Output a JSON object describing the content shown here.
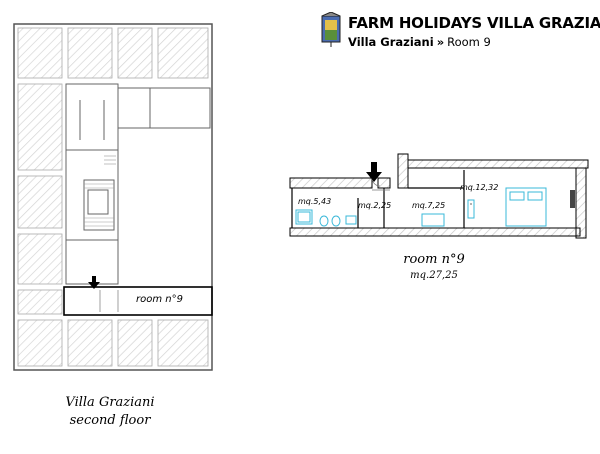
{
  "header": {
    "title": "FARM HOLIDAYS VILLA GRAZIANI",
    "breadcrumb_link": "Villa Graziani",
    "breadcrumb_sep": "»",
    "breadcrumb_current": "Room 9"
  },
  "floor_plan": {
    "room_label": "room n°9",
    "caption_line1": "Villa Graziani",
    "caption_line2": "second floor"
  },
  "room_plan": {
    "areas": [
      {
        "label": "mq.5,43"
      },
      {
        "label": "mq.2,25"
      },
      {
        "label": "mq.7,25"
      },
      {
        "label": "mq.12,32"
      }
    ],
    "caption_title": "room n°9",
    "caption_total": "mq.27,25"
  },
  "colors": {
    "hatch": "#d0d0d0",
    "wall": "#000000",
    "fixture": "#3ab8d8"
  }
}
